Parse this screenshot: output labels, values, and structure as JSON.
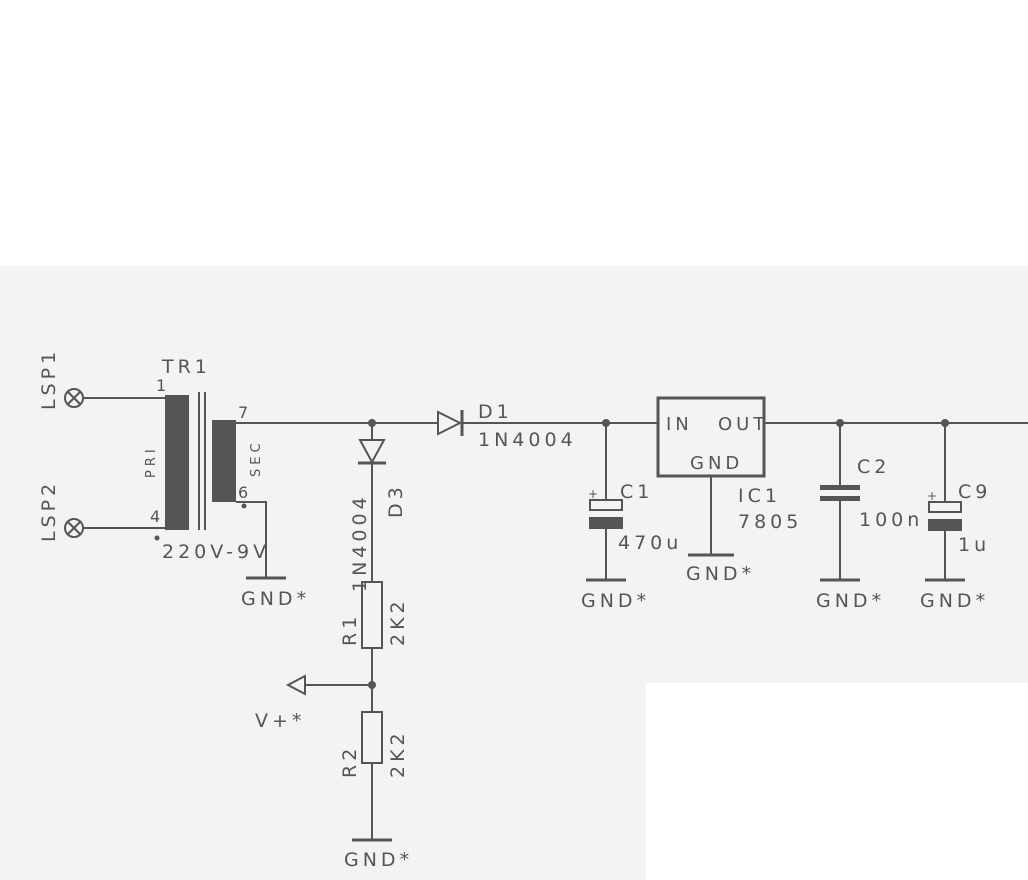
{
  "labels": {
    "lsp1": "LSP1",
    "lsp2": "LSP2",
    "tr1": "TR1",
    "pin1": "1",
    "pin4": "4",
    "pin7": "7",
    "pin6": "6",
    "pri": "PRI",
    "sec": "SEC",
    "tr_rating": "220V-9V",
    "d1": "D1",
    "d1_part": "1N4004",
    "d3": "D3",
    "d3_part": "1N4004",
    "r1": "R1",
    "r1_val": "2K2",
    "r2": "R2",
    "r2_val": "2K2",
    "vplus": "V+*",
    "c1": "C1",
    "c1_val": "470u",
    "c2": "C2",
    "c2_val": "100n",
    "c9": "C9",
    "c9_val": "1u",
    "ic1": "IC1",
    "ic1_part": "7805",
    "ic_in": "IN",
    "ic_out": "OUT",
    "ic_gnd": "GND",
    "gnd_tr": "GND*",
    "gnd_r2": "GND*",
    "gnd_c1": "GND*",
    "gnd_ic": "GND*",
    "gnd_c2": "GND*",
    "gnd_c9": "GND*",
    "plus": "+"
  },
  "colors": {
    "ink": "#555555",
    "paper": "#f4f4f4",
    "component_fill": "#555555"
  }
}
